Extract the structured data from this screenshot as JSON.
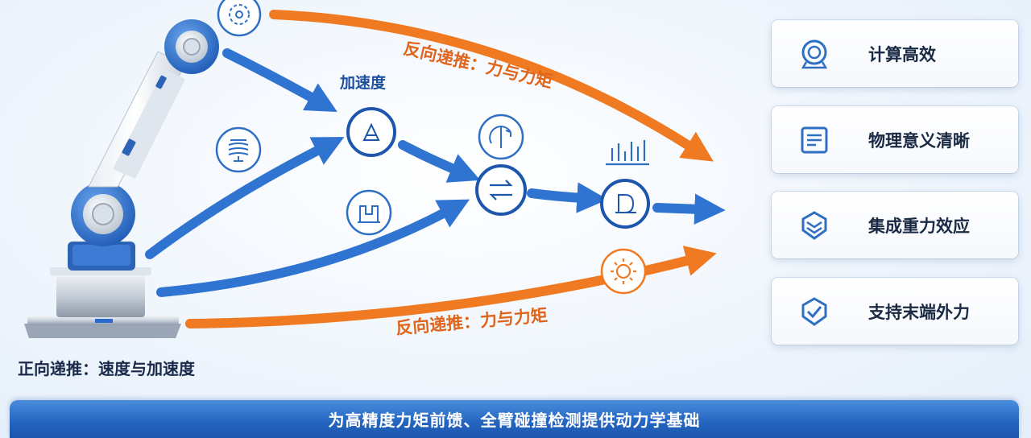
{
  "diagram": {
    "forward_label": "正向递推：速度与加速度",
    "backward_label_top": "反向递推：力与力矩",
    "backward_label_bottom": "反向递推：力与力矩",
    "acceleration_label": "加速度"
  },
  "benefits": [
    {
      "label": "计算高效",
      "icon": "target-ring-icon"
    },
    {
      "label": "物理意义清晰",
      "icon": "document-icon"
    },
    {
      "label": "集成重力效应",
      "icon": "layered-shield-icon"
    },
    {
      "label": "支持末端外力",
      "icon": "shield-check-icon"
    }
  ],
  "banner": {
    "text": "为高精度力矩前馈、全臂碰撞检测提供动力学基础"
  },
  "colors": {
    "forward_blue": "#2f74d0",
    "backward_orange": "#ef7a22",
    "banner_blue": "#2667c2",
    "icon_blue": "#2e6fc4"
  }
}
